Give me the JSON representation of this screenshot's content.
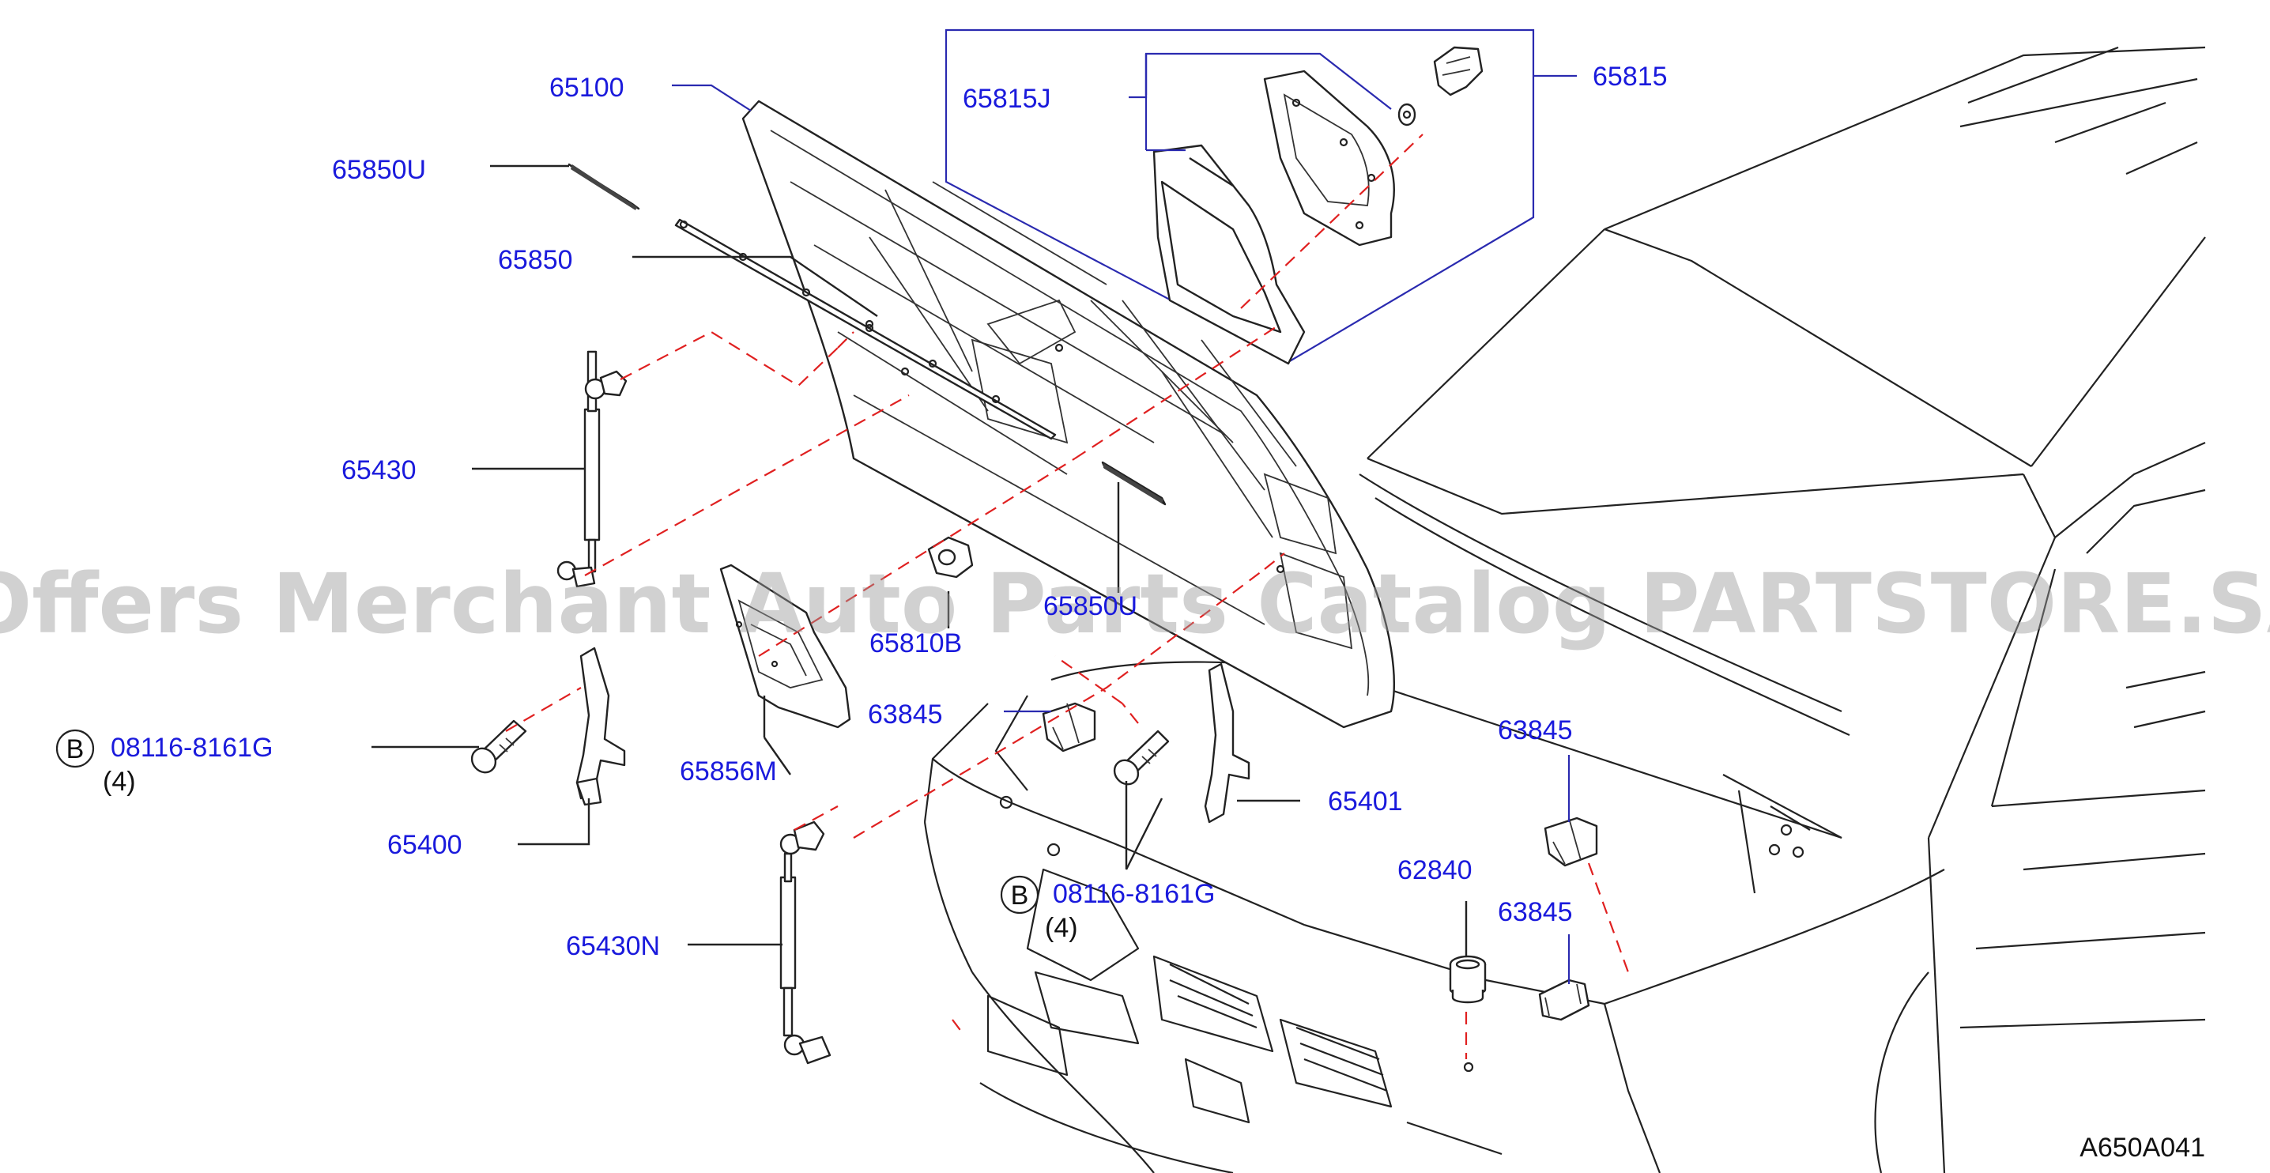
{
  "labels": {
    "p65100": "65100",
    "p65850U": "65850U",
    "p65850": "65850",
    "p65430": "65430",
    "p65815J": "65815J",
    "p65815": "65815",
    "p65810B": "65810B",
    "p65850U_2": "65850U",
    "p63845_a": "63845",
    "p65856M": "65856M",
    "p08116_a": "08116-8161G",
    "qty_a": "(4)",
    "p65400": "65400",
    "p63845_b": "63845",
    "p65401": "65401",
    "p62840": "62840",
    "p63845_c": "63845",
    "p08116_b": "08116-8161G",
    "qty_b": "(4)",
    "p65430N": "65430N",
    "bolt_marker_a": "B",
    "bolt_marker_b": "B"
  },
  "watermark": "Offers Merchant Auto Parts Catalog PARTSTORE.SA",
  "diagram_code": "A650A041",
  "colors": {
    "label_blue": "#1a1adc",
    "dashed_guide_red": "#e02020",
    "watermark_gray": "#9a9a9a"
  }
}
